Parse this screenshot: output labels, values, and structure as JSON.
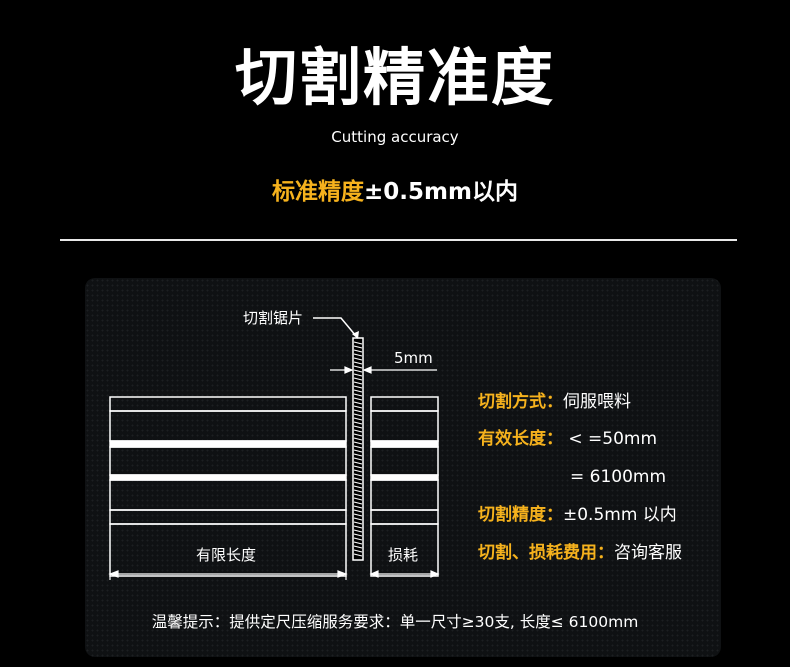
{
  "title": "切割精准度",
  "subtitle": "Cutting accuracy",
  "headline": {
    "accent": "标准精度",
    "value": "±0.5mm以内"
  },
  "diagram": {
    "blade_label": "切割锯片",
    "kerf_label": "5mm",
    "length_label": "有限长度",
    "loss_label": "损耗"
  },
  "specs": [
    {
      "key": "切割方式：",
      "value": "伺服喂料"
    },
    {
      "key": "有效长度：",
      "value": " < =50mm"
    },
    {
      "key": "",
      "value": "= 6100mm"
    },
    {
      "key": "切割精度：",
      "value": "±0.5mm 以内"
    },
    {
      "key": "切割、损耗费用：",
      "value": "咨询客服"
    }
  ],
  "note": "温馨提示：提供定尺压缩服务要求：单一尺寸≥30支, 长度≤ 6100mm",
  "colors": {
    "accent": "#f6b21d",
    "background": "#000000",
    "panel": "#0f1113"
  }
}
